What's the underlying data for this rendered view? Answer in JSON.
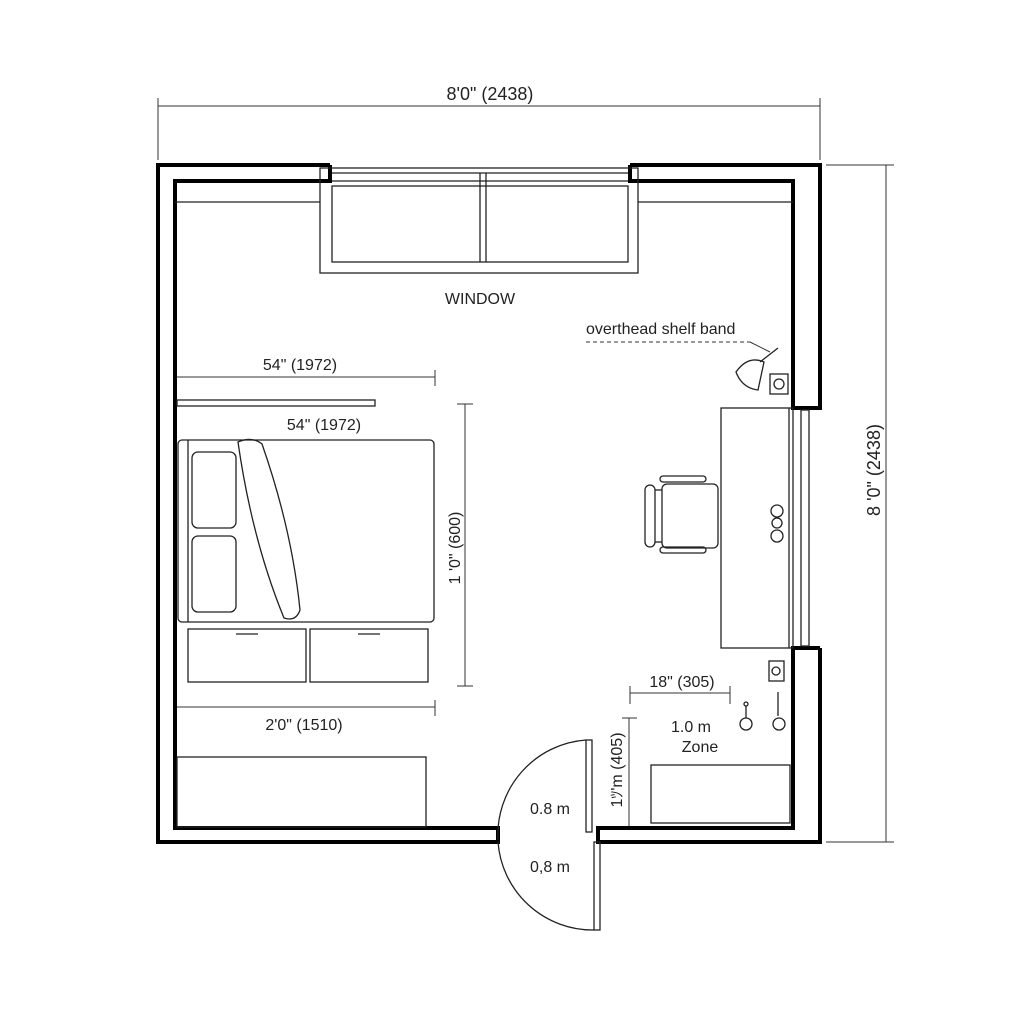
{
  "plan": {
    "overall_width": "8'0\" (2438)",
    "overall_depth": "8 '0\" (2438)",
    "window_label": "WINDOW",
    "shelf_label": "overthead shelf band",
    "shelf_dim": "54\" (1972)",
    "bed_dim": "54\" (1972)",
    "bed_length_dim": "1 '0\" (600)",
    "storage_dim": "2'0\" (1510)",
    "hook_spacing_dim": "18\" (305)",
    "zone_label": "1.0 m",
    "zone_sublabel": "Zone",
    "zone_depth_dim": "1ﾂ'm (405)",
    "door_clear_top": "0.8 m",
    "door_clear_bottom": "0,8 m"
  }
}
